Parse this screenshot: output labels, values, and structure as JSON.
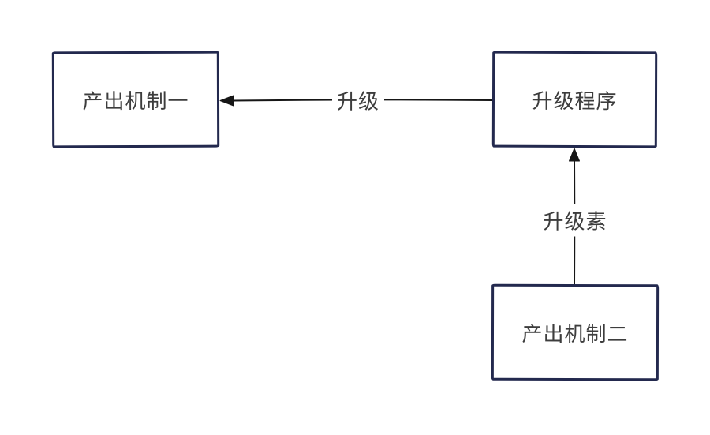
{
  "diagram": {
    "title": "upgrade-mechanism-flowchart",
    "colors": {
      "background": "#ffffff",
      "node_border": "#23294e",
      "arrow": "#161616",
      "text": "#3d3d3d"
    },
    "nodes": [
      {
        "id": "output-mechanism-1",
        "label": "产出机制一"
      },
      {
        "id": "upgrade-program",
        "label": "升级程序"
      },
      {
        "id": "output-mechanism-2",
        "label": "产出机制二"
      }
    ],
    "edges": [
      {
        "id": "upgrade",
        "label": "升级",
        "from": "upgrade-program",
        "to": "output-mechanism-1",
        "direction": "left",
        "arrowhead": "solid-triangle"
      },
      {
        "id": "upgrade-element",
        "label": "升级素",
        "from": "output-mechanism-2",
        "to": "upgrade-program",
        "direction": "up",
        "arrowhead": "solid-triangle"
      }
    ]
  }
}
